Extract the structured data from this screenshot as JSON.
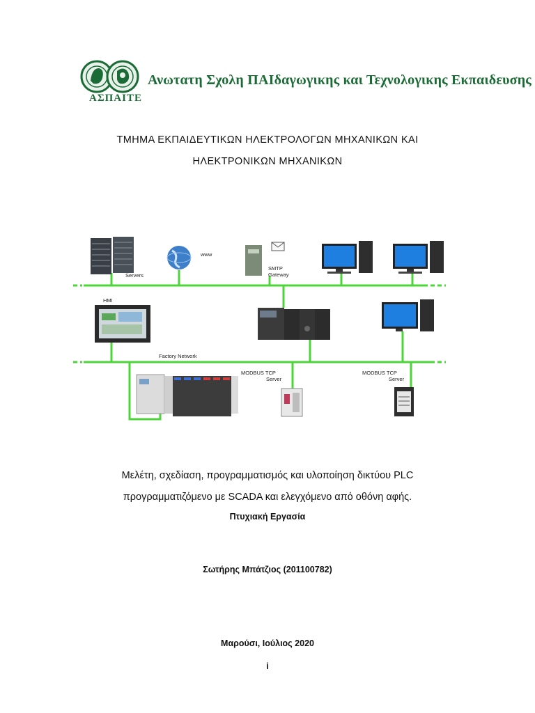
{
  "logo": {
    "acronym": "ΑΣΠΑΙΤΕ",
    "institution_name": "Ανωτατη Σχολη ΠΑΙδαγωγικης και Τεχνολογικης Εκπαιδευσης"
  },
  "department": {
    "line1": "ΤΜΗΜΑ ΕΚΠΑΙΔΕΥΤΙΚΩΝ ΗΛΕΚΤΡΟΛΟΓΩΝ ΜΗΧΑΝΙΚΩΝ ΚΑΙ",
    "line2": "ΗΛΕΚΤΡΟΝΙΚΩΝ ΜΗΧΑΝΙΚΩΝ"
  },
  "diagram": {
    "labels": {
      "servers": "Servers",
      "www": "www",
      "smtp_line1": "SMTP",
      "smtp_line2": "Gateway",
      "hmi": "HMI",
      "factory_network": "Factory Network",
      "modbus1_line1": "MODBUS TCP",
      "modbus1_line2": "Server",
      "modbus2_line1": "MODBUS TCP",
      "modbus2_line2": "Server"
    },
    "colors": {
      "network_line": "#4cd43a",
      "screen": "#1e7fe0",
      "device_dark": "#2e2e2e"
    }
  },
  "thesis": {
    "title_line1": "Μελέτη, σχεδίαση, προγραμματισμός και υλοποίηση δικτύου PLC",
    "title_line2": "προγραμματιζόμενο με SCADA και ελεγχόμενο από οθόνη αφής.",
    "type": "Πτυχιακή Εργασία"
  },
  "author": "Σωτήρης Μπάτζιος (201100782)",
  "place_date": "Μαρούσι, Ιούλιος 2020",
  "page_number": "i"
}
